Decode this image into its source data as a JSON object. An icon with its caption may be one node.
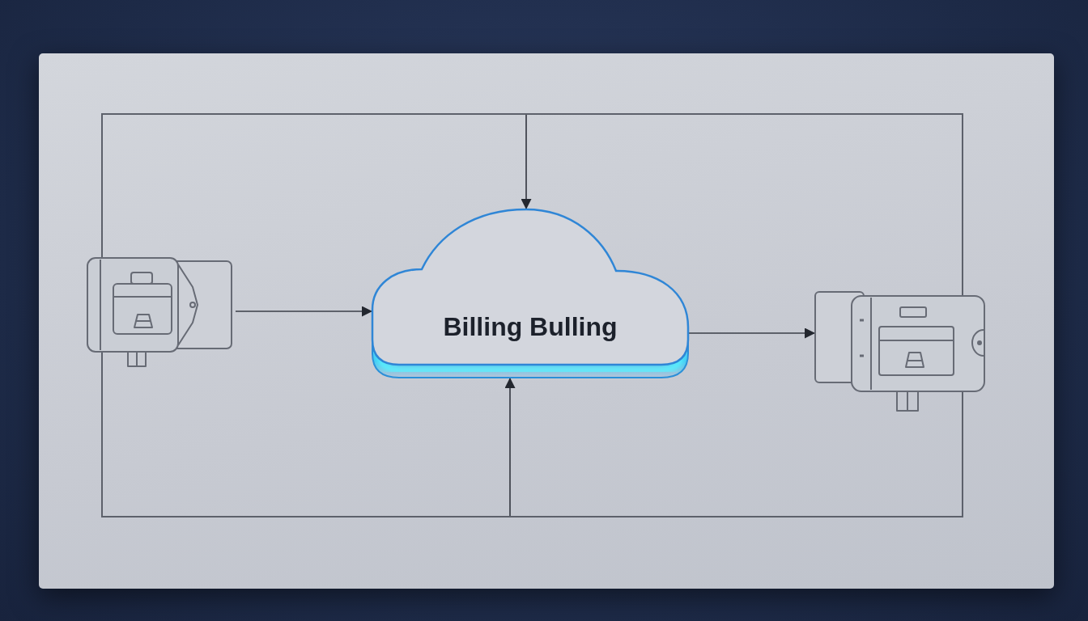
{
  "diagram": {
    "nodes": [
      {
        "text": [],
        "shape": "box"
      },
      {
        "text": [],
        "shape": "picture"
      },
      {
        "text": [
          "Billing Bulling"
        ],
        "in": 0
      },
      {
        "text": [],
        "shape": "picture"
      }
    ],
    "edges": [
      {
        "from": 1,
        "to": 2,
        "arrow": "to"
      },
      {
        "from": 2,
        "to": 3,
        "arrow": "to"
      },
      {
        "from": 0,
        "to": 2,
        "arrow": "to"
      },
      {
        "from": 0,
        "to": 2,
        "arrow": "to"
      }
    ]
  }
}
